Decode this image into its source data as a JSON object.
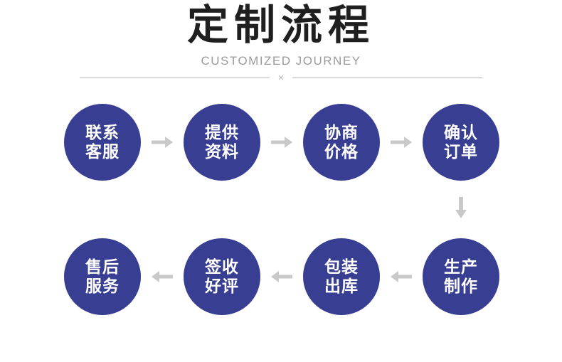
{
  "header": {
    "title": "定制流程",
    "subtitle": "CUSTOMIZED JOURNEY",
    "divider_glyph": "×"
  },
  "flow": {
    "steps": [
      {
        "id": "contact-service",
        "line1": "联系",
        "line2": "客服"
      },
      {
        "id": "provide-materials",
        "line1": "提供",
        "line2": "资料"
      },
      {
        "id": "negotiate-price",
        "line1": "协商",
        "line2": "价格"
      },
      {
        "id": "confirm-order",
        "line1": "确认",
        "line2": "订单"
      },
      {
        "id": "production",
        "line1": "生产",
        "line2": "制作"
      },
      {
        "id": "pack-and-ship",
        "line1": "包装",
        "line2": "出库"
      },
      {
        "id": "sign-and-review",
        "line1": "签收",
        "line2": "好评"
      },
      {
        "id": "after-sales",
        "line1": "售后",
        "line2": "服务"
      }
    ],
    "direction_row1": "left-to-right",
    "direction_row2": "right-to-left"
  },
  "colors": {
    "circle_fill": "#383e92",
    "circle_text": "#ffffff",
    "arrow": "#c9c9c9",
    "title_ink": "#1f1f1f",
    "subtitle_gray": "#9b9b9b",
    "divider_gray": "#b6b6b6",
    "background": "#ffffff"
  }
}
